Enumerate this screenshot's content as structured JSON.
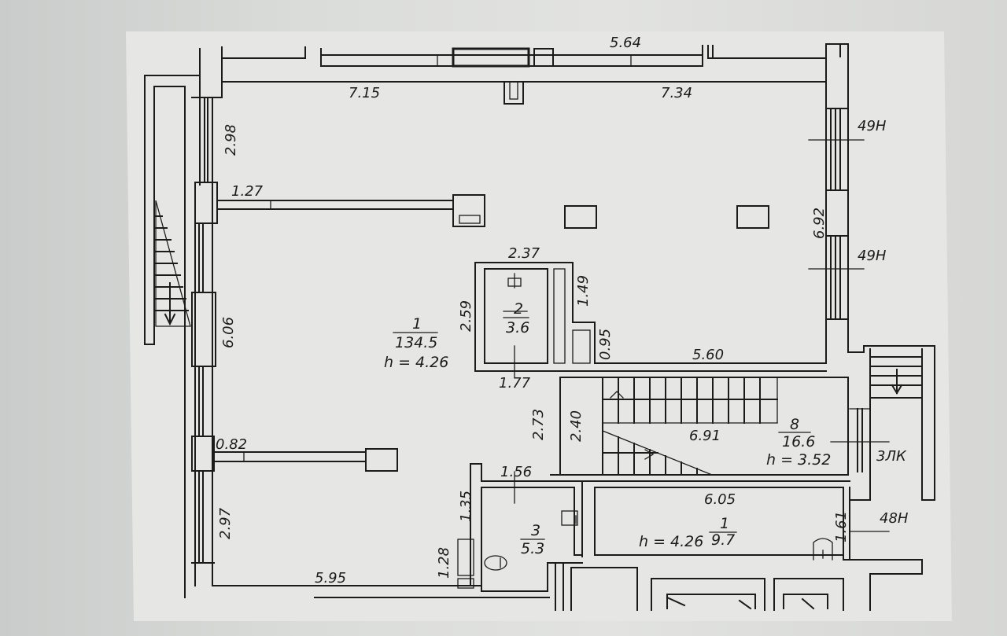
{
  "dimensions": {
    "top_left_wall": "7.15",
    "top_right_wall": "7.34",
    "top_cut": "5.64",
    "left_upper": "2.98",
    "partition_top": "1.27",
    "left_middle": "6.06",
    "partition_bottom": "0.82",
    "left_lower": "2.97",
    "bottom_wall": "5.95",
    "right_wall": "6.92",
    "wc2_width": "2.37",
    "wc2_height": "2.59",
    "wc2_side": "1.49",
    "wc2_niche": "0.95",
    "wc2_bottom": "1.77",
    "corridor": "5.60",
    "passage": "2.73",
    "stair_height": "2.40",
    "stair_length": "6.91",
    "wc3_width": "1.56",
    "wc3_height": "1.35",
    "wc3_niche": "1.28",
    "room_bottom_length": "6.05",
    "room_bottom_side": "1.61"
  },
  "rooms": [
    {
      "number": "1",
      "area": "134.5",
      "height": "h = 4.26"
    },
    {
      "number": "2",
      "area": "3.6"
    },
    {
      "number": "3",
      "area": "5.3"
    },
    {
      "number": "8",
      "area": "16.6",
      "height": "h = 3.52"
    },
    {
      "number": "1",
      "area": "9.7",
      "height": "h = 4.26"
    }
  ],
  "window_marks": [
    "49H",
    "49H",
    "48H"
  ],
  "stair_mark": "3ЛК"
}
